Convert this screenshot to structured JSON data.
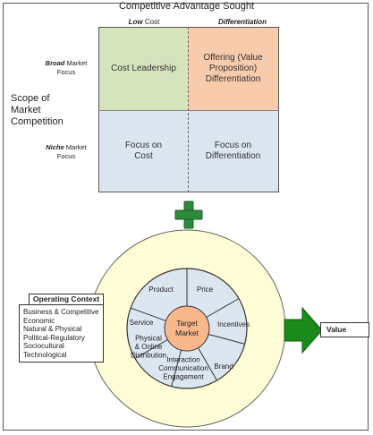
{
  "title": "Competitive Advantage Sought",
  "columns": [
    {
      "emph": "Low",
      "rest": " Cost"
    },
    {
      "emph": "Differentiation",
      "rest": ""
    }
  ],
  "rows": [
    {
      "emph": "Broad",
      "rest": " Market",
      "line2": "Focus"
    },
    {
      "emph": "Niche",
      "rest": " Market",
      "line2": "Focus"
    }
  ],
  "scope_label": [
    "Scope of",
    "Market",
    "Competition"
  ],
  "quadrants": {
    "top_left": {
      "lines": [
        "Cost Leadership"
      ],
      "color": "#d6e4bd"
    },
    "top_right": {
      "lines": [
        "Offering (Value",
        "Proposition)",
        "Differentiation"
      ],
      "color": "#f8cbad"
    },
    "bottom_left": {
      "lines": [
        "Focus on",
        "Cost"
      ],
      "color": "#dce6f1"
    },
    "bottom_right": {
      "lines": [
        "Focus on",
        "Differentiation"
      ],
      "color": "#dce6f1"
    }
  },
  "plus_color": "#2e8b3a",
  "outer_ring_color": "#fffdd6",
  "wheel_color": "#dce6f1",
  "center": {
    "lines": [
      "Target",
      "Market"
    ],
    "color": "#f8b88b"
  },
  "segments": [
    {
      "name": "product",
      "lines": [
        "Product"
      ]
    },
    {
      "name": "price",
      "lines": [
        "Price"
      ]
    },
    {
      "name": "incentives",
      "lines": [
        "Incentives"
      ]
    },
    {
      "name": "brand",
      "lines": [
        "Brand"
      ]
    },
    {
      "name": "interaction",
      "lines": [
        "Interaction",
        "Communication",
        "Engagement"
      ]
    },
    {
      "name": "distribution",
      "lines": [
        "Physical",
        "& Online",
        "Distribution"
      ]
    },
    {
      "name": "service",
      "lines": [
        "Service"
      ]
    }
  ],
  "operating_context": {
    "title": "Operating Context",
    "items": [
      "Business & Competitive",
      "Economic",
      "Natural & Physical",
      "Political-Regulatory",
      "Sociocultural",
      "Technological"
    ]
  },
  "value_label": "Value",
  "arrow_color": "#1a8a1a"
}
